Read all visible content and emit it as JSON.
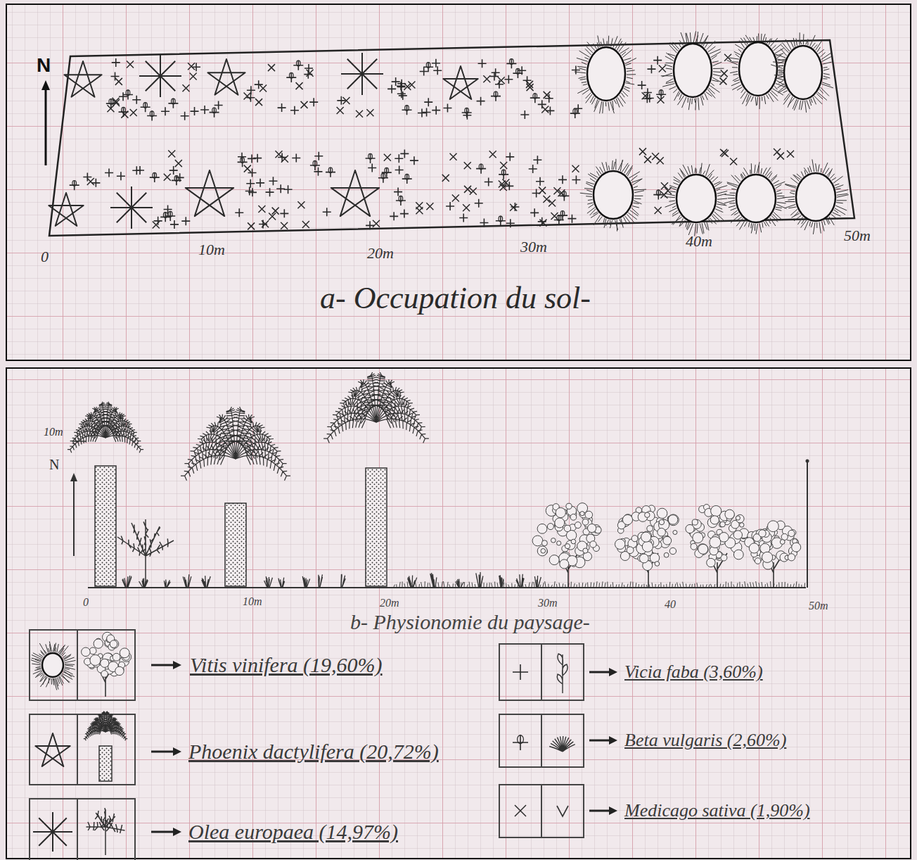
{
  "diagram": {
    "labels": [
      "N",
      "0",
      "10m",
      "20m",
      "30m",
      "40m",
      "50m",
      "a- Occupation du sol-",
      "10m",
      "N",
      "0",
      "10m",
      "20m",
      "30m",
      "40",
      "50m",
      "b- Physionomie du paysage-"
    ],
    "legend": [
      {
        "text": "Vitis vinifera (19,60%)"
      },
      {
        "text": "Phoenix dactylifera (20,72%)"
      },
      {
        "text": "Olea europaea (14,97%)"
      },
      {
        "text": "Vicia faba (3,60%)"
      },
      {
        "text": "Beta vulgaris (2,60%)"
      },
      {
        "text": "Medicago sativa (1,90%)"
      }
    ]
  }
}
